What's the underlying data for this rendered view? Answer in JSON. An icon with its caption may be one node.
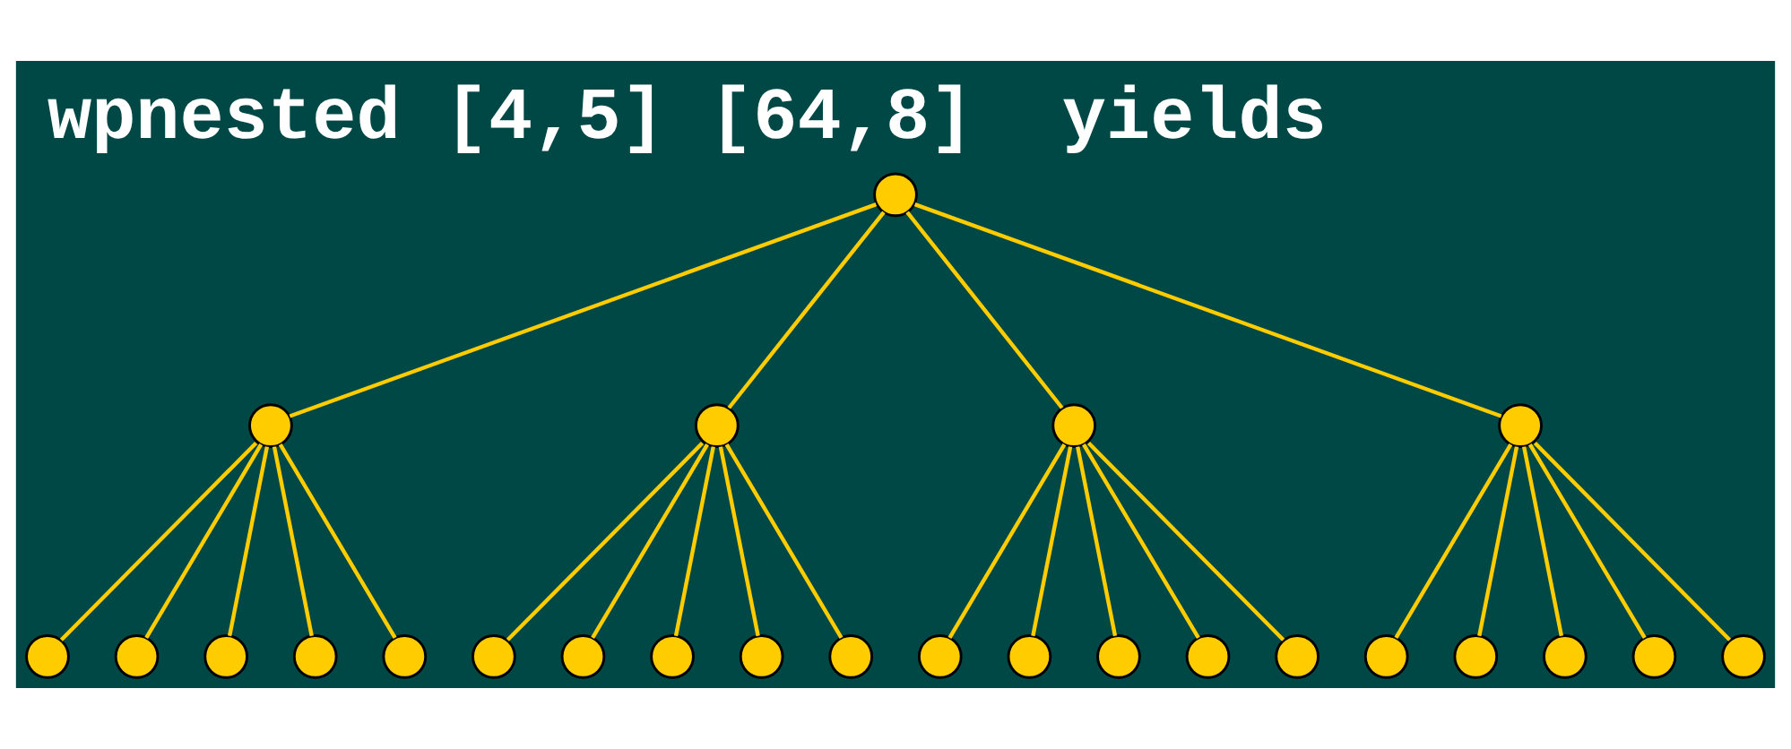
{
  "diagram": {
    "title": "wpnested [4,5] [64,8]  yields",
    "nodes": [
      {
        "text": [],
        "shape": "circle"
      },
      {
        "text": [],
        "shape": "circle"
      },
      {
        "text": [],
        "shape": "circle"
      },
      {
        "text": [],
        "shape": "circle"
      },
      {
        "text": [],
        "shape": "circle"
      },
      {
        "text": [],
        "shape": "circle"
      },
      {
        "text": [],
        "shape": "circle"
      },
      {
        "text": [],
        "shape": "circle"
      },
      {
        "text": [],
        "shape": "circle"
      },
      {
        "text": [],
        "shape": "circle"
      },
      {
        "text": [],
        "shape": "circle"
      },
      {
        "text": [],
        "shape": "circle"
      },
      {
        "text": [],
        "shape": "circle"
      },
      {
        "text": [],
        "shape": "circle"
      },
      {
        "text": [],
        "shape": "circle"
      },
      {
        "text": [],
        "shape": "circle"
      },
      {
        "text": [],
        "shape": "circle"
      },
      {
        "text": [],
        "shape": "circle"
      },
      {
        "text": [],
        "shape": "circle"
      },
      {
        "text": [],
        "shape": "circle"
      },
      {
        "text": [],
        "shape": "circle"
      },
      {
        "text": [],
        "shape": "circle"
      },
      {
        "text": [],
        "shape": "circle"
      },
      {
        "text": [],
        "shape": "circle"
      },
      {
        "text": [],
        "shape": "circle"
      }
    ],
    "edges": [
      {
        "from": 0,
        "to": 1,
        "arrow": "none"
      },
      {
        "from": 0,
        "to": 2,
        "arrow": "none"
      },
      {
        "from": 0,
        "to": 3,
        "arrow": "none"
      },
      {
        "from": 0,
        "to": 4,
        "arrow": "none"
      },
      {
        "from": 1,
        "to": 5,
        "arrow": "none"
      },
      {
        "from": 1,
        "to": 6,
        "arrow": "none"
      },
      {
        "from": 1,
        "to": 7,
        "arrow": "none"
      },
      {
        "from": 1,
        "to": 8,
        "arrow": "none"
      },
      {
        "from": 1,
        "to": 9,
        "arrow": "none"
      },
      {
        "from": 2,
        "to": 10,
        "arrow": "none"
      },
      {
        "from": 2,
        "to": 11,
        "arrow": "none"
      },
      {
        "from": 2,
        "to": 12,
        "arrow": "none"
      },
      {
        "from": 2,
        "to": 13,
        "arrow": "none"
      },
      {
        "from": 2,
        "to": 14,
        "arrow": "none"
      },
      {
        "from": 3,
        "to": 15,
        "arrow": "none"
      },
      {
        "from": 3,
        "to": 16,
        "arrow": "none"
      },
      {
        "from": 3,
        "to": 17,
        "arrow": "none"
      },
      {
        "from": 3,
        "to": 18,
        "arrow": "none"
      },
      {
        "from": 3,
        "to": 19,
        "arrow": "none"
      },
      {
        "from": 4,
        "to": 20,
        "arrow": "none"
      },
      {
        "from": 4,
        "to": 21,
        "arrow": "none"
      },
      {
        "from": 4,
        "to": 22,
        "arrow": "none"
      },
      {
        "from": 4,
        "to": 23,
        "arrow": "none"
      },
      {
        "from": 4,
        "to": 24,
        "arrow": "none"
      }
    ]
  }
}
